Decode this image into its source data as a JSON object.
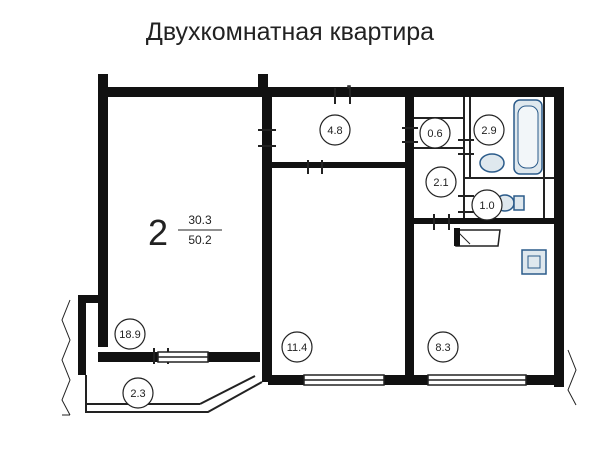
{
  "title": "Двухкомнатная  квартира",
  "summary": {
    "rooms_count": "2",
    "living_area": "30.3",
    "total_area": "50.2"
  },
  "rooms": [
    {
      "id": "storage",
      "area": "4.8"
    },
    {
      "id": "hall-small",
      "area": "0.6"
    },
    {
      "id": "bathroom",
      "area": "2.9"
    },
    {
      "id": "corridor",
      "area": "2.1"
    },
    {
      "id": "toilet",
      "area": "1.0"
    },
    {
      "id": "room-left",
      "area": "18.9"
    },
    {
      "id": "room-middle",
      "area": "11.4"
    },
    {
      "id": "kitchen",
      "area": "8.3"
    },
    {
      "id": "balcony",
      "area": "2.3"
    }
  ],
  "colors": {
    "wall": "#111111",
    "thin": "#222222",
    "fixture_fill": "#dfe8ee",
    "fixture_stroke": "#2b5b8a"
  }
}
